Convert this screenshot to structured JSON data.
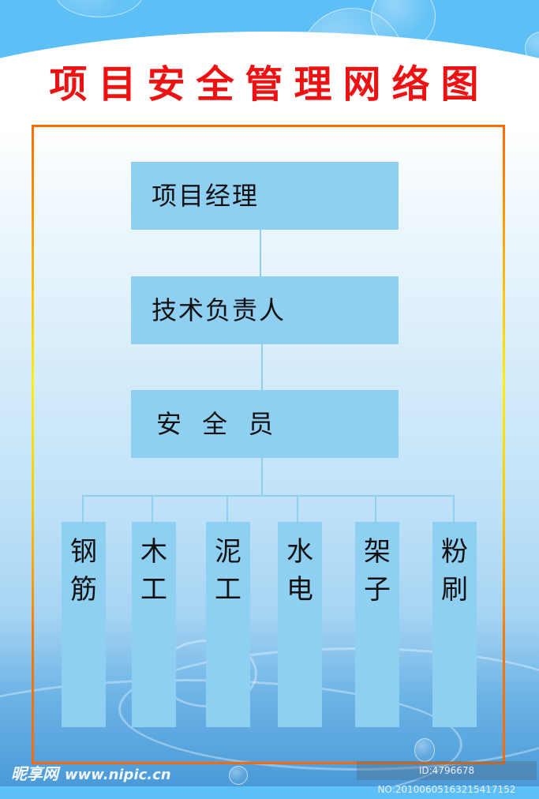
{
  "title": "项目安全管理网络图",
  "hierarchy": [
    {
      "label": "项目经理"
    },
    {
      "label": "技术负责人"
    },
    {
      "label": "安 全 员"
    }
  ],
  "teams": [
    {
      "label": "钢筋"
    },
    {
      "label": "木工"
    },
    {
      "label": "泥工"
    },
    {
      "label": "水电"
    },
    {
      "label": "架子"
    },
    {
      "label": "粉刷"
    }
  ],
  "watermark": {
    "brand": "昵享网",
    "site": "www.nipic.cn",
    "id_text": "ID:4796678 NO:20100605163215417152"
  },
  "colors": {
    "title": "#ee1111",
    "box": "#8ecff2",
    "frame_top": "#ff6a00",
    "frame_mid": "#fff000"
  }
}
